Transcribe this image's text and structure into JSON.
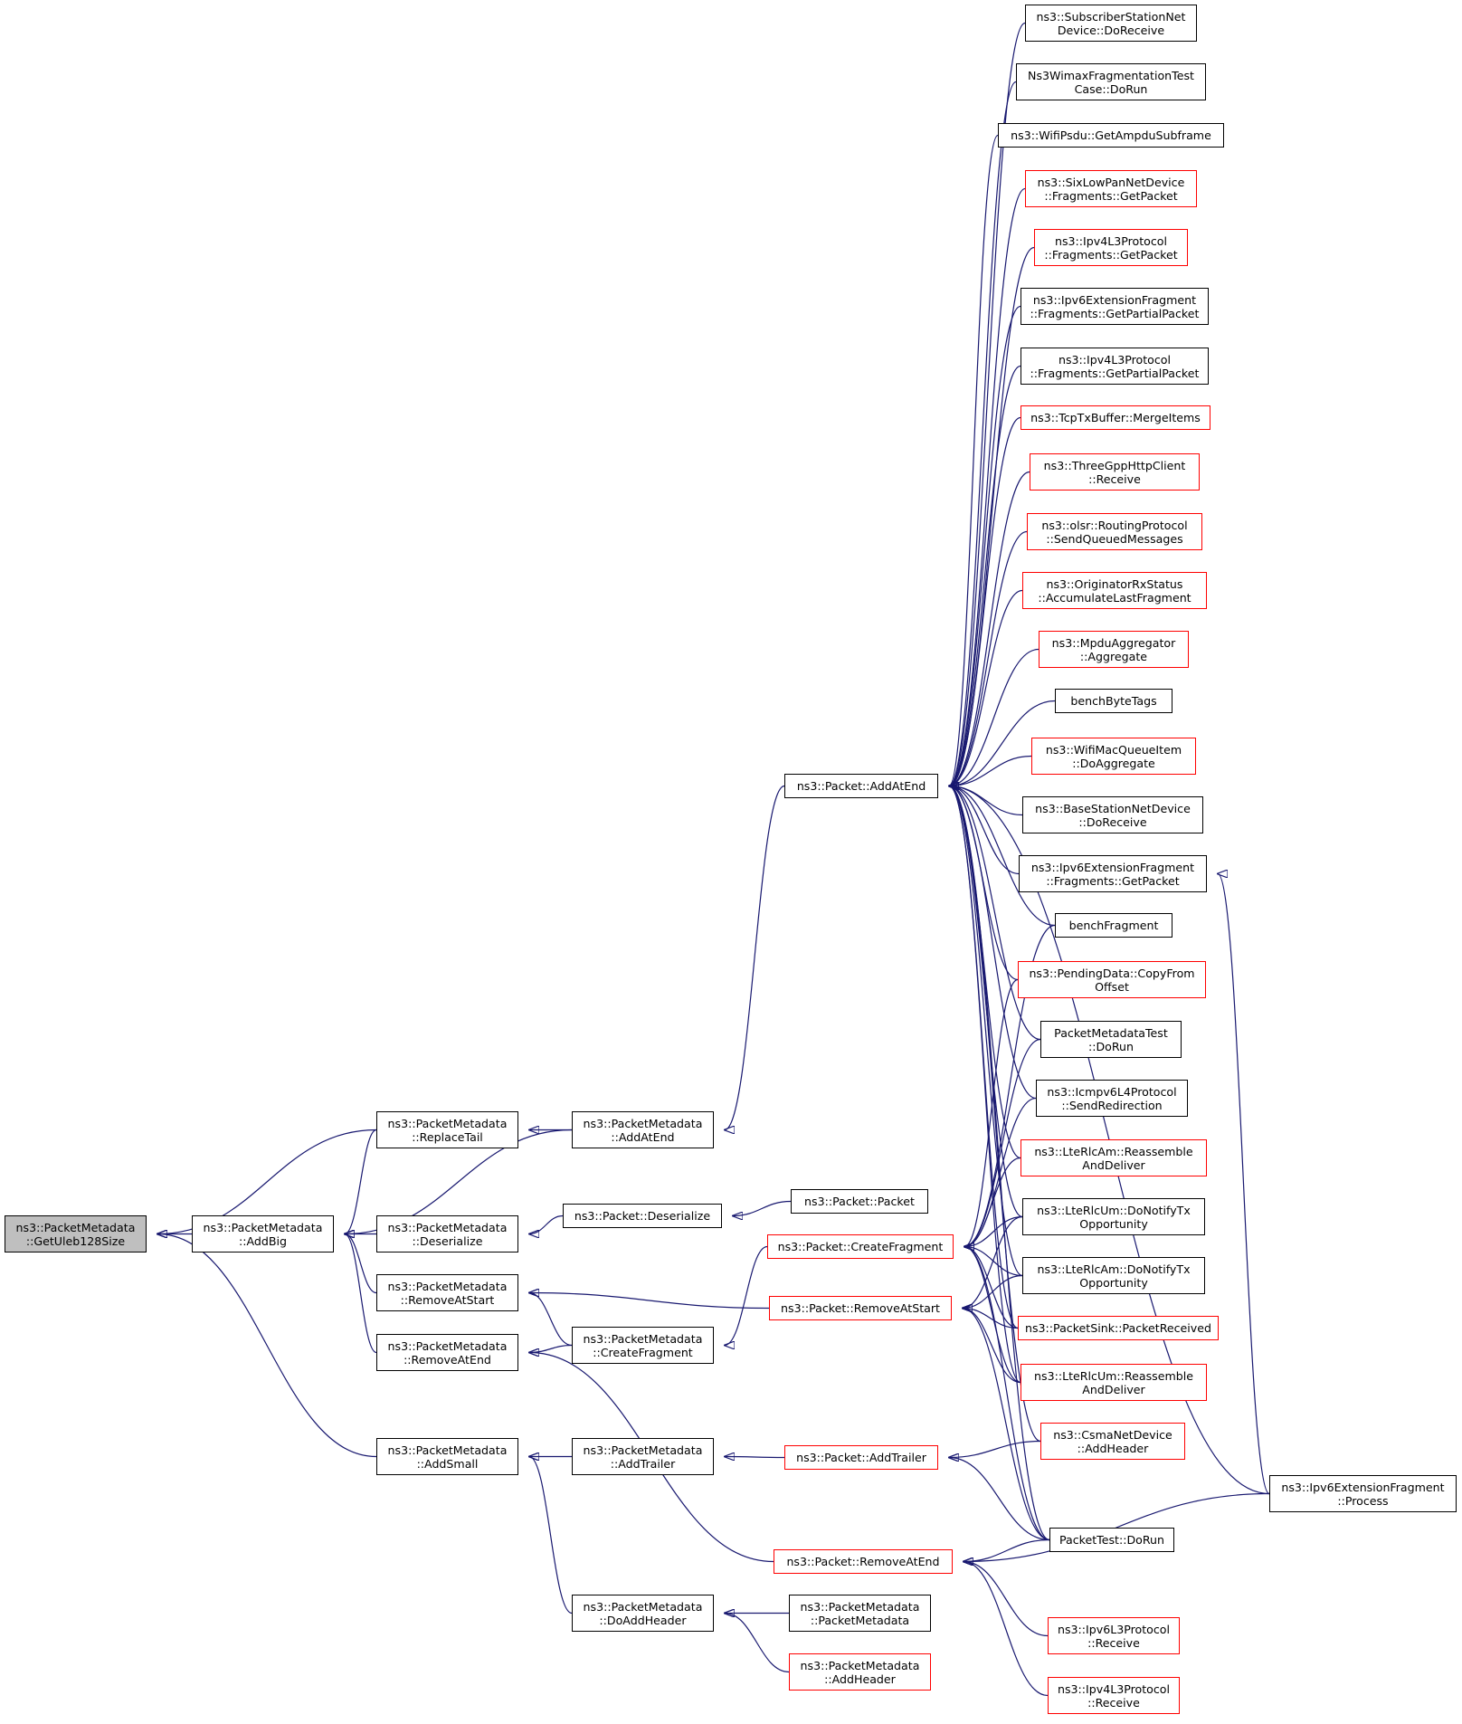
{
  "diagram": {
    "colors": {
      "edge": "#191970",
      "node_border": "#000000",
      "truncated_border": "#ff0000",
      "focus_fill": "#bfbfbf"
    },
    "nodes": [
      {
        "id": "getuleb",
        "lines": [
          "ns3::PacketMetadata",
          "::GetUleb128Size"
        ],
        "kind": "focus"
      },
      {
        "id": "addbig",
        "lines": [
          "ns3::PacketMetadata",
          "::AddBig"
        ],
        "kind": "normal"
      },
      {
        "id": "pm_replacetail",
        "lines": [
          "ns3::PacketMetadata",
          "::ReplaceTail"
        ],
        "kind": "normal"
      },
      {
        "id": "pm_deserialize",
        "lines": [
          "ns3::PacketMetadata",
          "::Deserialize"
        ],
        "kind": "normal"
      },
      {
        "id": "pm_removeatstart",
        "lines": [
          "ns3::PacketMetadata",
          "::RemoveAtStart"
        ],
        "kind": "normal"
      },
      {
        "id": "pm_removeatend",
        "lines": [
          "ns3::PacketMetadata",
          "::RemoveAtEnd"
        ],
        "kind": "normal"
      },
      {
        "id": "pm_addsmall",
        "lines": [
          "ns3::PacketMetadata",
          "::AddSmall"
        ],
        "kind": "normal"
      },
      {
        "id": "pm_addatend",
        "lines": [
          "ns3::PacketMetadata",
          "::AddAtEnd"
        ],
        "kind": "normal"
      },
      {
        "id": "p_deserialize",
        "lines": [
          "ns3::Packet::Deserialize"
        ],
        "kind": "normal"
      },
      {
        "id": "pm_createfragment",
        "lines": [
          "ns3::PacketMetadata",
          "::CreateFragment"
        ],
        "kind": "normal"
      },
      {
        "id": "pm_addtrailer",
        "lines": [
          "ns3::PacketMetadata",
          "::AddTrailer"
        ],
        "kind": "normal"
      },
      {
        "id": "pm_doaddheader",
        "lines": [
          "ns3::PacketMetadata",
          "::DoAddHeader"
        ],
        "kind": "normal"
      },
      {
        "id": "p_packet",
        "lines": [
          "ns3::Packet::Packet"
        ],
        "kind": "normal"
      },
      {
        "id": "p_addatend",
        "lines": [
          "ns3::Packet::AddAtEnd"
        ],
        "kind": "normal"
      },
      {
        "id": "p_createfragment",
        "lines": [
          "ns3::Packet::CreateFragment"
        ],
        "kind": "truncated"
      },
      {
        "id": "p_removeatstart",
        "lines": [
          "ns3::Packet::RemoveAtStart"
        ],
        "kind": "truncated"
      },
      {
        "id": "p_addtrailer",
        "lines": [
          "ns3::Packet::AddTrailer"
        ],
        "kind": "truncated"
      },
      {
        "id": "p_removeatend",
        "lines": [
          "ns3::Packet::RemoveAtEnd"
        ],
        "kind": "truncated"
      },
      {
        "id": "pm_packetmetadata",
        "lines": [
          "ns3::PacketMetadata",
          "::PacketMetadata"
        ],
        "kind": "normal"
      },
      {
        "id": "pm_addheader",
        "lines": [
          "ns3::PacketMetadata",
          "::AddHeader"
        ],
        "kind": "truncated"
      },
      {
        "id": "ssnd_doreceive",
        "lines": [
          "ns3::SubscriberStationNet",
          "Device::DoReceive"
        ],
        "kind": "normal"
      },
      {
        "id": "wimax_dorun",
        "lines": [
          "Ns3WimaxFragmentationTest",
          "Case::DoRun"
        ],
        "kind": "normal"
      },
      {
        "id": "wifipsdu",
        "lines": [
          "ns3::WifiPsdu::GetAmpduSubframe"
        ],
        "kind": "normal"
      },
      {
        "id": "sixlowpan_getpacket",
        "lines": [
          "ns3::SixLowPanNetDevice",
          "::Fragments::GetPacket"
        ],
        "kind": "truncated"
      },
      {
        "id": "ipv4_getpacket",
        "lines": [
          "ns3::Ipv4L3Protocol",
          "::Fragments::GetPacket"
        ],
        "kind": "truncated"
      },
      {
        "id": "ipv6ef_getpartial",
        "lines": [
          "ns3::Ipv6ExtensionFragment",
          "::Fragments::GetPartialPacket"
        ],
        "kind": "normal"
      },
      {
        "id": "ipv4_getpartial",
        "lines": [
          "ns3::Ipv4L3Protocol",
          "::Fragments::GetPartialPacket"
        ],
        "kind": "normal"
      },
      {
        "id": "tcptxbuffer",
        "lines": [
          "ns3::TcpTxBuffer::MergeItems"
        ],
        "kind": "truncated"
      },
      {
        "id": "threegpp_receive",
        "lines": [
          "ns3::ThreeGppHttpClient",
          "::Receive"
        ],
        "kind": "truncated"
      },
      {
        "id": "olsr_send",
        "lines": [
          "ns3::olsr::RoutingProtocol",
          "::SendQueuedMessages"
        ],
        "kind": "truncated"
      },
      {
        "id": "originator",
        "lines": [
          "ns3::OriginatorRxStatus",
          "::AccumulateLastFragment"
        ],
        "kind": "truncated"
      },
      {
        "id": "mpdu_aggregate",
        "lines": [
          "ns3::MpduAggregator",
          "::Aggregate"
        ],
        "kind": "truncated"
      },
      {
        "id": "benchbytetags",
        "lines": [
          "benchByteTags"
        ],
        "kind": "normal"
      },
      {
        "id": "wifimacqueue",
        "lines": [
          "ns3::WifiMacQueueItem",
          "::DoAggregate"
        ],
        "kind": "truncated"
      },
      {
        "id": "bsnd_doreceive",
        "lines": [
          "ns3::BaseStationNetDevice",
          "::DoReceive"
        ],
        "kind": "normal"
      },
      {
        "id": "ipv6ef_getpacket",
        "lines": [
          "ns3::Ipv6ExtensionFragment",
          "::Fragments::GetPacket"
        ],
        "kind": "normal"
      },
      {
        "id": "benchfragment",
        "lines": [
          "benchFragment"
        ],
        "kind": "normal"
      },
      {
        "id": "pendingdata",
        "lines": [
          "ns3::PendingData::CopyFrom",
          "Offset"
        ],
        "kind": "truncated"
      },
      {
        "id": "pmtest_dorun",
        "lines": [
          "PacketMetadataTest",
          "::DoRun"
        ],
        "kind": "normal"
      },
      {
        "id": "icmpv6_sendredir",
        "lines": [
          "ns3::Icmpv6L4Protocol",
          "::SendRedirection"
        ],
        "kind": "normal"
      },
      {
        "id": "lterlcam_reassemble",
        "lines": [
          "ns3::LteRlcAm::Reassemble",
          "AndDeliver"
        ],
        "kind": "truncated"
      },
      {
        "id": "lterlcum_notify",
        "lines": [
          "ns3::LteRlcUm::DoNotifyTx",
          "Opportunity"
        ],
        "kind": "normal"
      },
      {
        "id": "lterlcam_notify",
        "lines": [
          "ns3::LteRlcAm::DoNotifyTx",
          "Opportunity"
        ],
        "kind": "normal"
      },
      {
        "id": "packetsink",
        "lines": [
          "ns3::PacketSink::PacketReceived"
        ],
        "kind": "truncated"
      },
      {
        "id": "lterlcum_reassemble",
        "lines": [
          "ns3::LteRlcUm::Reassemble",
          "AndDeliver"
        ],
        "kind": "truncated"
      },
      {
        "id": "csma_addheader",
        "lines": [
          "ns3::CsmaNetDevice",
          "::AddHeader"
        ],
        "kind": "truncated"
      },
      {
        "id": "packettest_dorun",
        "lines": [
          "PacketTest::DoRun"
        ],
        "kind": "normal"
      },
      {
        "id": "ipv6_receive",
        "lines": [
          "ns3::Ipv6L3Protocol",
          "::Receive"
        ],
        "kind": "truncated"
      },
      {
        "id": "ipv4_receive",
        "lines": [
          "ns3::Ipv4L3Protocol",
          "::Receive"
        ],
        "kind": "truncated"
      },
      {
        "id": "ipv6ef_process",
        "lines": [
          "ns3::Ipv6ExtensionFragment",
          "::Process"
        ],
        "kind": "normal"
      }
    ]
  }
}
